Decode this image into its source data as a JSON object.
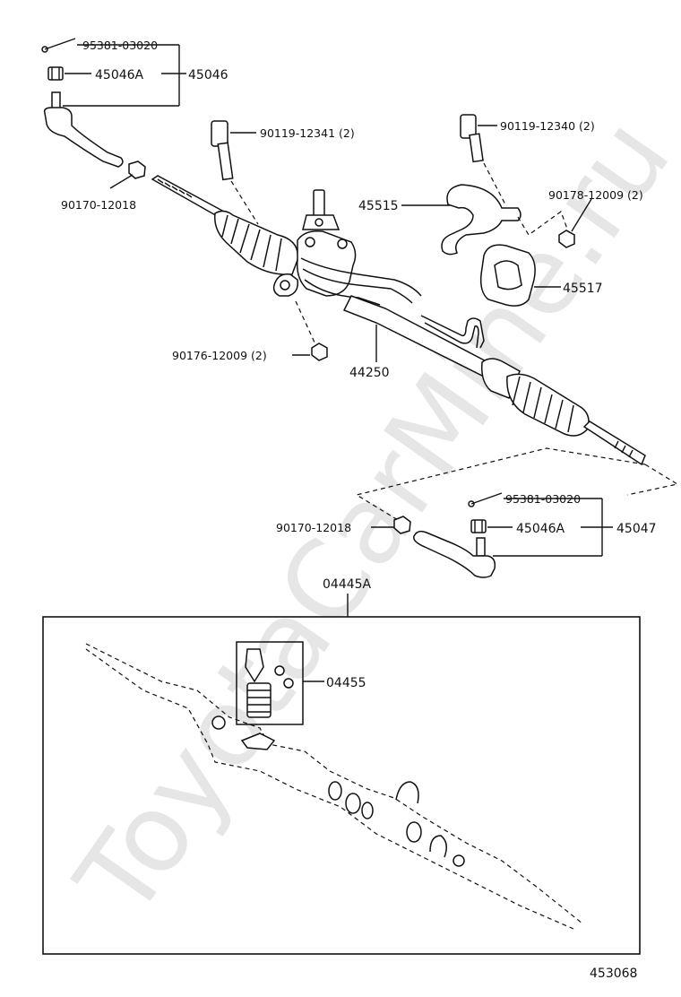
{
  "watermark": "ToyotaCarMine.ru",
  "diagram_code": "453068",
  "labels": {
    "p95381_top": "95381-03020",
    "p45046A_top": "45046A",
    "p45046": "45046",
    "p90170_top": "90170-12018",
    "p90119_12341": "90119-12341 (2)",
    "p90119_12340": "90119-12340 (2)",
    "p45515": "45515",
    "p90178_right": "90178-12009 (2)",
    "p45517": "45517",
    "p90176": "90176-12009 (2)",
    "p44250": "44250",
    "p95381_bot": "95381-03020",
    "p90170_bot": "90170-12018",
    "p45046A_bot": "45046A",
    "p45047": "45047",
    "p04445A": "04445A",
    "p04455": "04455"
  }
}
